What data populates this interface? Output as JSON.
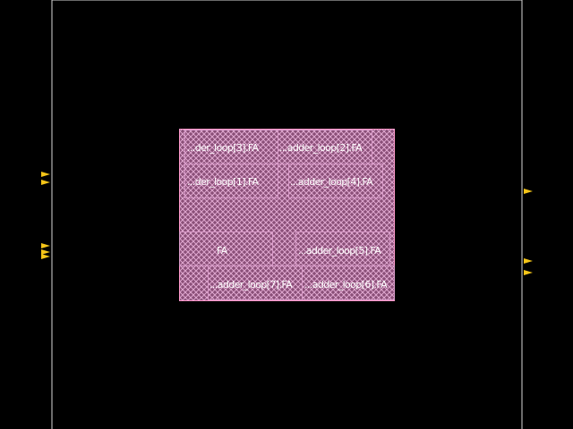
{
  "layout_view": {
    "colors": {
      "background": "#000000",
      "die_boundary": "#d8d8d8",
      "core_outline": "#ff99cc",
      "core_fill": "#c07aa8",
      "cell_outline": "#d89ac8",
      "cell_label": "#ffffff",
      "pin": "#f5c518"
    },
    "cells": [
      {
        "label": "...der_loop[3].FA"
      },
      {
        "label": "...adder_loop[2].FA"
      },
      {
        "label": "...der_loop[1].FA"
      },
      {
        "label": "...adder_loop[4].FA"
      },
      {
        "label": "FA"
      },
      {
        "label": "...adder_loop[5].FA"
      },
      {
        "label": "...adder_loop[7].FA"
      },
      {
        "label": "...adder_loop[6].FA"
      }
    ],
    "pins": [
      {
        "name": "left-pin-1"
      },
      {
        "name": "left-pin-2"
      },
      {
        "name": "left-pin-3"
      },
      {
        "name": "left-pin-4"
      },
      {
        "name": "left-pin-5"
      },
      {
        "name": "right-pin-1"
      },
      {
        "name": "right-pin-2"
      },
      {
        "name": "right-pin-3"
      }
    ]
  }
}
